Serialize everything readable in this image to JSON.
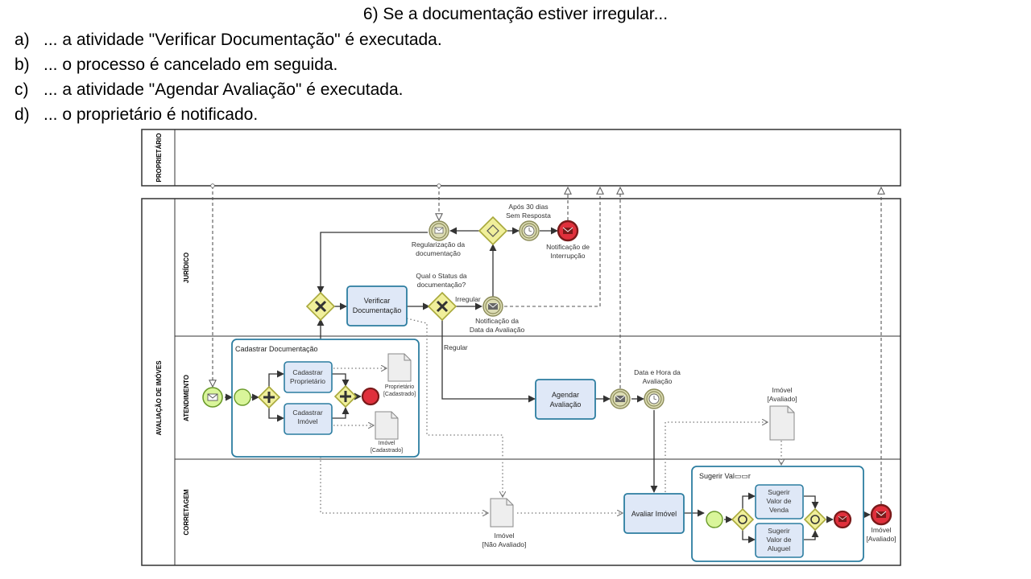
{
  "question": {
    "title": "6) Se a documentação estiver irregular...",
    "options": [
      {
        "letter": "a)",
        "text": "... a atividade \"Verificar Documentação\" é executada."
      },
      {
        "letter": "b)",
        "text": "... o processo é cancelado em seguida."
      },
      {
        "letter": "c)",
        "text": "... a atividade \"Agendar Avaliação\" é executada."
      },
      {
        "letter": "d)",
        "text": "... o proprietário é notificado."
      }
    ]
  },
  "diagram": {
    "pools": {
      "proprietario": "PROPRIETÁRIO",
      "avaliacao": "AVALIAÇÃO DE IMÓVES"
    },
    "lanes": {
      "juridico": "JURÍDICO",
      "atendimento": "ATENDIMENTO",
      "corretagem": "CORRETAGEM"
    },
    "tasks": {
      "verificar_1": "Verificar",
      "verificar_2": "Documentação",
      "agendar_1": "Agendar",
      "agendar_2": "Avaliação",
      "cad_prop_1": "Cadastrar",
      "cad_prop_2": "Proprietário",
      "cad_imovel_1": "Cadastrar",
      "cad_imovel_2": "Imóvel",
      "avaliar": "Avaliar Imóvel",
      "sug_venda_1": "Sugerir",
      "sug_venda_2": "Valor de",
      "sug_venda_3": "Venda",
      "sug_aluguel_1": "Sugerir",
      "sug_aluguel_2": "Valor de",
      "sug_aluguel_3": "Aluguel"
    },
    "subprocesses": {
      "cadastrar": "Cadastrar Documentação",
      "sugerir": "Sugerir Val▭▭r"
    },
    "events": {
      "regularizacao_1": "Regularização da",
      "regularizacao_2": "documentação",
      "apos_1": "Após 30 dias",
      "apos_2": "Sem Resposta",
      "interrupcao_1": "Notificação de",
      "interrupcao_2": "Interrupção",
      "not_data_1": "Notificação da",
      "not_data_2": "Data da Avaliação",
      "data_hora_1": "Data e Hora da",
      "data_hora_2": "Avaliação",
      "imovel_final_1": "Imóvel",
      "imovel_final_2": "[Avaliado]"
    },
    "gateway_question_1": "Qual o Status da",
    "gateway_question_2": "documentação?",
    "flows": {
      "irregular": "Irregular",
      "regular": "Regular"
    },
    "data_objects": {
      "prop_cad_1": "Proprietário",
      "prop_cad_2": "[Cadastrado]",
      "imovel_cad_1": "Imóvel",
      "imovel_cad_2": "[Cadastrado]",
      "imovel_nao_1": "Imóvel",
      "imovel_nao_2": "[Não Avaliado]",
      "imovel_av_1": "Imóvel",
      "imovel_av_2": "[Avaliado]"
    },
    "colors": {
      "task_fill": "#dfe8f7",
      "task_border": "#2c7da0",
      "gateway_fill": "#f0ef9b",
      "gateway_border": "#a8a83a",
      "start_fill": "#d9f59a",
      "end_fill": "#e0303c",
      "intermediate_fill": "#dcdcb4"
    }
  }
}
